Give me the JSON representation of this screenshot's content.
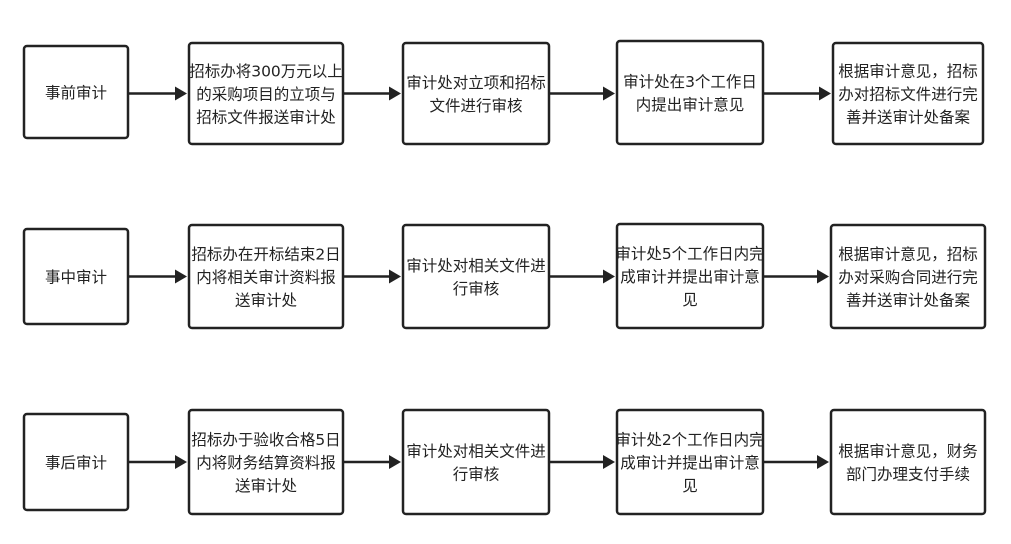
{
  "rows": [
    {
      "nodes": [
        {
          "lines": [
            "事前审计"
          ]
        },
        {
          "lines": [
            "招标办将300万元以上",
            "的采购项目的立项与",
            "招标文件报送审计处"
          ]
        },
        {
          "lines": [
            "审计处对立项和招标",
            "文件进行审核"
          ]
        },
        {
          "lines": [
            "审计处在3个工作日",
            "内提出审计意见"
          ]
        },
        {
          "lines": [
            "根据审计意见，招标",
            "办对招标文件进行完",
            "善并送审计处备案"
          ]
        }
      ]
    },
    {
      "nodes": [
        {
          "lines": [
            "事中审计"
          ]
        },
        {
          "lines": [
            "招标办在开标结束2日",
            "内将相关审计资料报",
            "送审计处"
          ]
        },
        {
          "lines": [
            "审计处对相关文件进",
            "行审核"
          ]
        },
        {
          "lines": [
            "审计处5个工作日内完",
            "成审计并提出审计意",
            "见"
          ]
        },
        {
          "lines": [
            "根据审计意见，招标",
            "办对采购合同进行完",
            "善并送审计处备案"
          ]
        }
      ]
    },
    {
      "nodes": [
        {
          "lines": [
            "事后审计"
          ]
        },
        {
          "lines": [
            "招标办于验收合格5日",
            "内将财务结算资料报",
            "送审计处"
          ]
        },
        {
          "lines": [
            "审计处对相关文件进",
            "行审核"
          ]
        },
        {
          "lines": [
            "审计处2个工作日内完",
            "成审计并提出审计意",
            "见"
          ]
        },
        {
          "lines": [
            "根据审计意见，财务",
            "部门办理支付手续"
          ]
        }
      ]
    }
  ]
}
